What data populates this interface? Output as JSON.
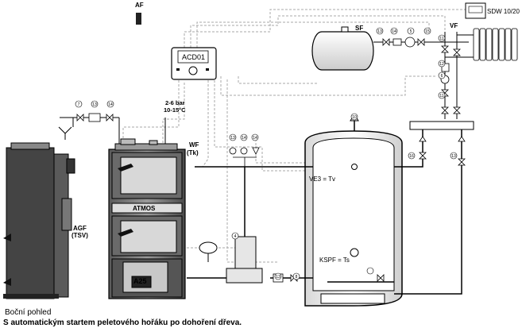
{
  "labels": {
    "af": "AF",
    "acd": "ACD01",
    "sdw": "SDW 10/20",
    "sf": "SF",
    "vf": "VF",
    "pressure": "2-6 bar",
    "temperature": "10-15°C",
    "wf": "WF",
    "tk": "(Tk)",
    "agf": "AGF",
    "tsv": "(TSV)",
    "atmos": "ATMOS",
    "a25": "A25",
    "ve3": "VE3 = Tv",
    "kspf": "KSPF = Ts"
  },
  "numbers": {
    "n7": "7",
    "n13a": "13",
    "n14a": "14",
    "n13b": "13",
    "n14b": "14",
    "n15": "15",
    "n5": "5",
    "n11": "11",
    "n12": "12",
    "n4": "4",
    "n13c": "13",
    "n14c": "14",
    "n14d": "14",
    "n10": "10",
    "n16": "16",
    "n13d": "13",
    "n13e": "13",
    "n8": "8",
    "n6": "6",
    "n11b": "11"
  },
  "captions": {
    "side_view": "Boční pohled",
    "footer": "S automatickým startem peletového hořáku po dohoření dřeva."
  },
  "colors": {
    "line": "#000000",
    "dashed": "#a0a0a0",
    "boiler_dark": "#3a3a3a",
    "boiler_mid": "#8a8a8a",
    "tank_fill": "#f2f2f2"
  }
}
